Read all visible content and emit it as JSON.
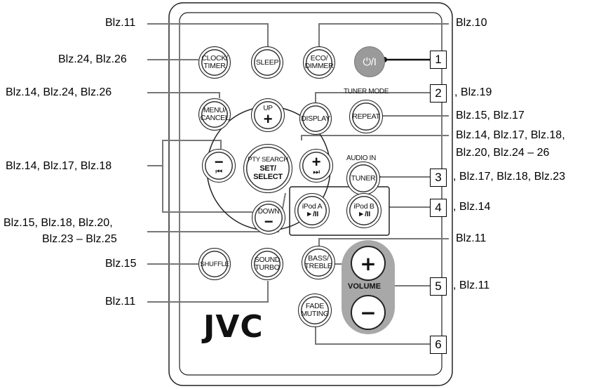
{
  "labels": {
    "sleep": "Blz.11",
    "eco": "Blz.10",
    "clock": "Blz.24, Blz.26",
    "menu": "Blz.14, Blz.24, Blz.26",
    "display": ", Blz.19",
    "repeat": "Blz.15, Blz.17",
    "plus_right_1": "Blz.14, Blz.17, Blz.18,",
    "plus_right_2": "Blz.20, Blz.24 – 26",
    "left_group": "Blz.14, Blz.17, Blz.18",
    "tuner": ", Blz.17, Blz.18, Blz.23",
    "ipod": ", Blz.14",
    "select_1": "Blz.15, Blz.18, Blz.20,",
    "select_2": "Blz.23 – Blz.25",
    "bass": "Blz.11",
    "shuffle": "Blz.15",
    "volume": ", Blz.11",
    "sound": "Blz.11"
  },
  "callouts": [
    "1",
    "2",
    "3",
    "4",
    "5",
    "6"
  ],
  "buttons": {
    "clock": [
      "CLOCK/",
      "TIMER"
    ],
    "sleep": [
      "SLEEP"
    ],
    "eco": [
      "ECO/",
      "DIMMER"
    ],
    "power": "⏻/I",
    "menu": [
      "MENU/",
      "CANCEL"
    ],
    "up_label": "UP",
    "up_symbol": "+",
    "display": [
      "DISPLAY"
    ],
    "repeat": [
      "REPEAT"
    ],
    "minus_symbol": "−",
    "prev_symbol": "⏮",
    "pty": [
      "PTY SEARCH",
      "SET/",
      "SELECT"
    ],
    "plus_symbol": "+",
    "next_symbol": "⏭",
    "tuner": [
      "TUNER"
    ],
    "down_label": "DOWN",
    "down_symbol": "−",
    "ipod_a": [
      "iPod A",
      "►/II"
    ],
    "ipod_b": [
      "iPod B",
      "►/II"
    ],
    "bass": [
      "BASS/",
      "TREBLE"
    ],
    "shuffle": [
      "SHUFFLE"
    ],
    "sound": [
      "SOUND",
      "TURBO"
    ],
    "fade": [
      "FADE",
      "MUTING"
    ]
  },
  "sublabels": {
    "tuner_mode": "TUNER MODE",
    "audio_in": "AUDIO IN"
  },
  "volume": {
    "plus": "+",
    "minus": "−",
    "label": "VOLUME"
  },
  "brand": "JVC",
  "colors": {
    "power": "#9a9a9a",
    "volume_panel": "#a8a8a8",
    "line": "#777777"
  }
}
